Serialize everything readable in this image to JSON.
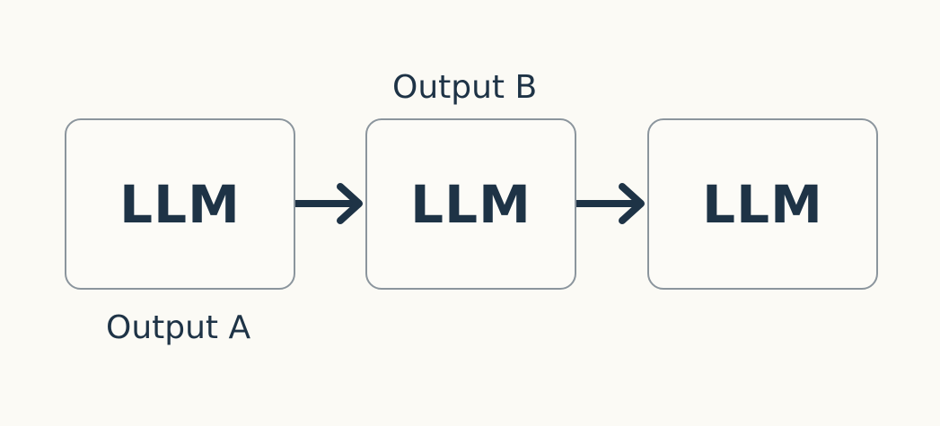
{
  "nodes": [
    {
      "label": "LLM"
    },
    {
      "label": "LLM"
    },
    {
      "label": "LLM"
    }
  ],
  "captions": {
    "output_b": "Output B",
    "output_a": "Output A"
  },
  "colors": {
    "background": "#fbfaf5",
    "node_border": "#8b959d",
    "text": "#1e3346",
    "arrow": "#1e3346"
  },
  "edges": [
    {
      "from": 0,
      "to": 1,
      "icon": "right-arrow-icon"
    },
    {
      "from": 1,
      "to": 2,
      "icon": "right-arrow-icon"
    }
  ]
}
